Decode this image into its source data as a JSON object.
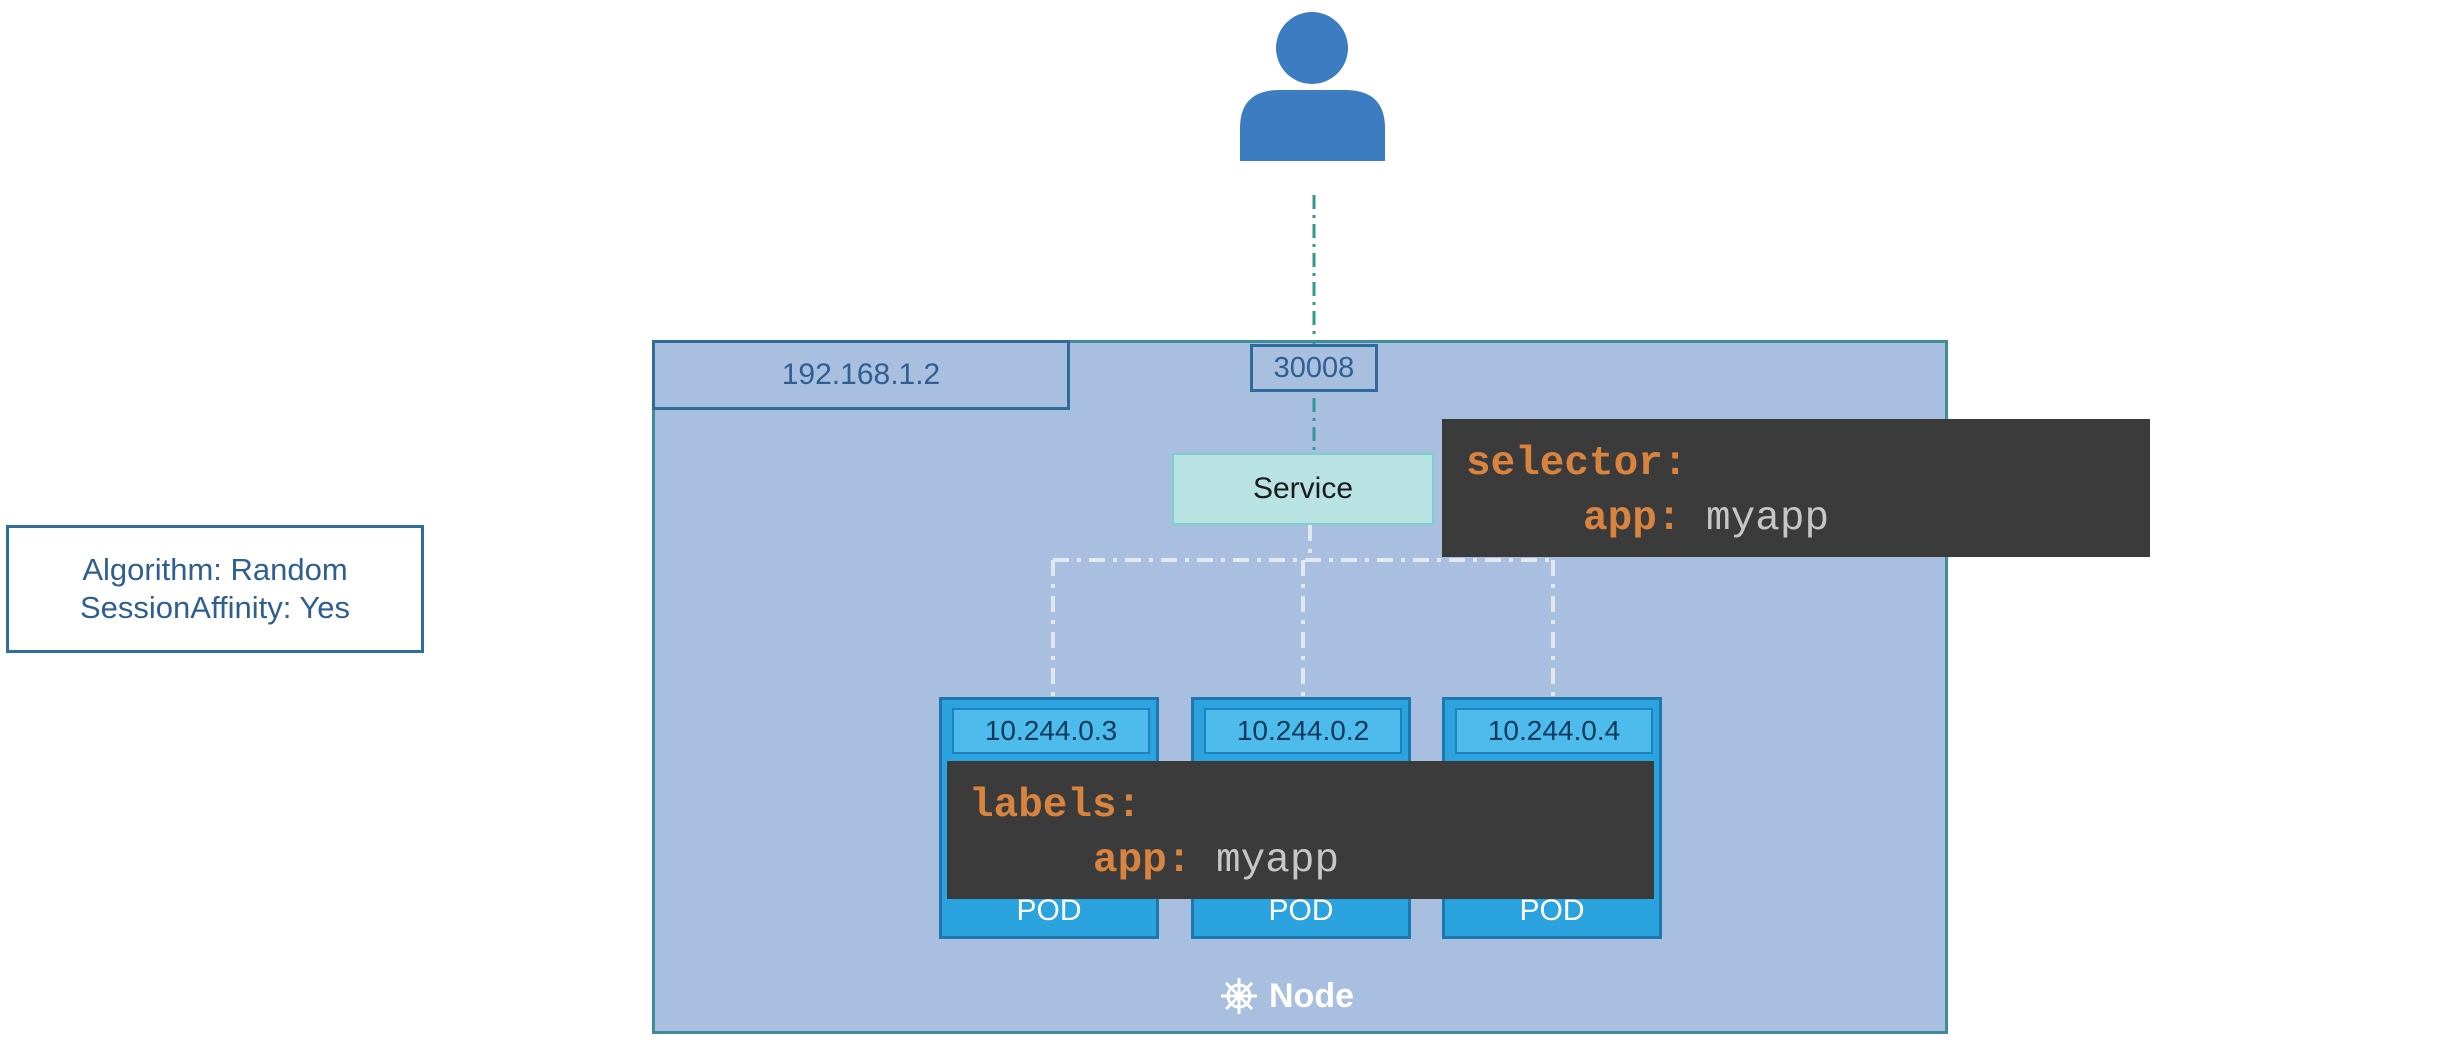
{
  "algorithm_box": {
    "line1": "Algorithm: Random",
    "line2": "SessionAffinity: Yes"
  },
  "node": {
    "ip": "192.168.1.2",
    "node_port": "30008",
    "service_label": "Service",
    "label": "Node"
  },
  "selector": {
    "key": "selector:",
    "app_key": "app:",
    "app_value": "myapp"
  },
  "labels": {
    "key": "labels:",
    "app_key": "app:",
    "app_value": "myapp"
  },
  "pods": [
    {
      "ip": "10.244.0.3",
      "label": "POD"
    },
    {
      "ip": "10.244.0.2",
      "label": "POD"
    },
    {
      "ip": "10.244.0.4",
      "label": "POD"
    }
  ],
  "colors": {
    "node_bg": "#a9bfe0",
    "node_border": "#3f8d97",
    "service_bg": "#b8e3e2",
    "pod_bg": "#2aa3de",
    "pod_ip_bg": "#4dbbec",
    "code_bg": "#3b3b3b",
    "code_key": "#d8843f",
    "code_val": "#c6c6c6",
    "user_icon": "#3b7dc0",
    "text_blue": "#2f5e93"
  },
  "icons": {
    "user": "user-icon",
    "node": "kubernetes-helm-icon"
  }
}
